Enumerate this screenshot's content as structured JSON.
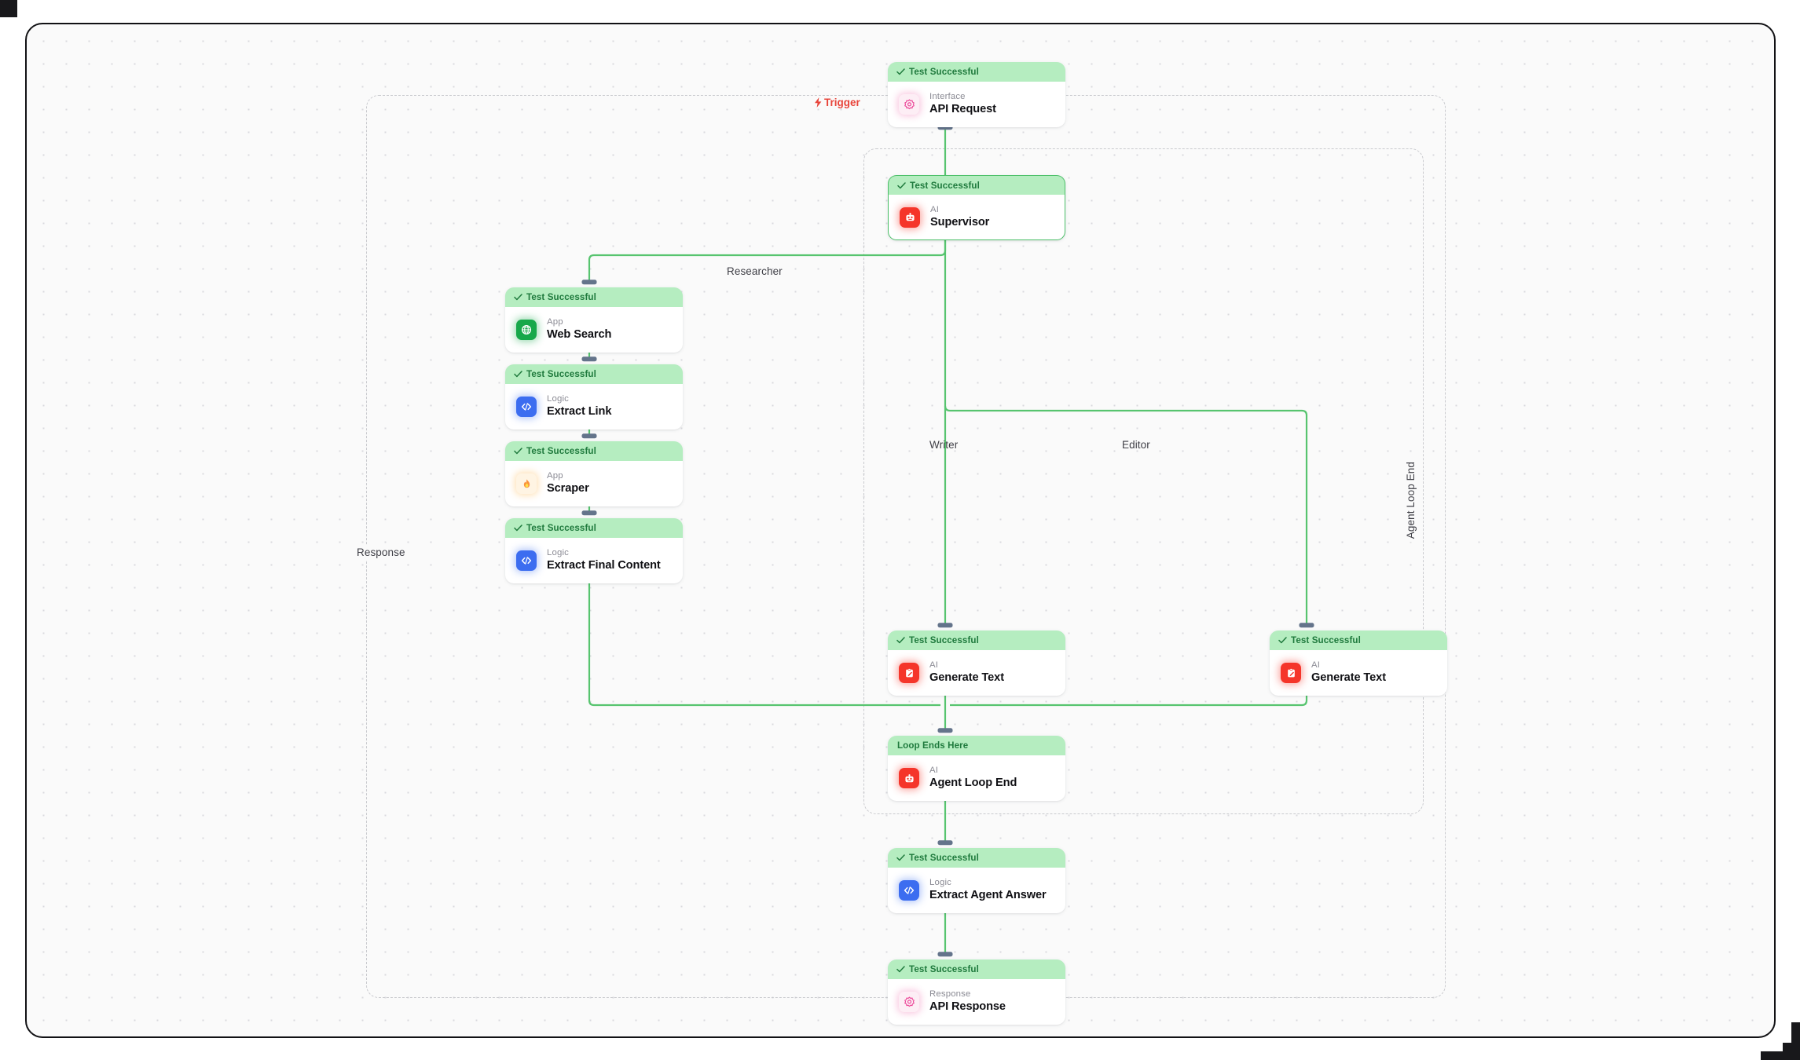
{
  "canvas": {
    "background_color": "#fafafa",
    "grid": "dotted",
    "border_color": "#111114"
  },
  "trigger": {
    "label": "Trigger",
    "color": "#e8443a",
    "icon": "lightning-bolt-icon"
  },
  "groups": [
    {
      "id": "response-group",
      "label": "Response"
    },
    {
      "id": "agent-loop-group",
      "label": "Agent Loop End"
    }
  ],
  "edge_labels": [
    {
      "id": "researcher",
      "label": "Researcher"
    },
    {
      "id": "writer",
      "label": "Writer"
    },
    {
      "id": "editor",
      "label": "Editor"
    }
  ],
  "status": {
    "success": "Test Successful",
    "loop_end": "Loop Ends Here",
    "success_bg": "#b5edc0",
    "success_fg": "#1f7a3d"
  },
  "nodes": [
    {
      "id": "api-request",
      "status": "Test Successful",
      "status_type": "success",
      "kind": "Interface",
      "title": "API Request",
      "icon": "interface-gear-icon",
      "icon_style": "icon-iface",
      "selected": false
    },
    {
      "id": "supervisor",
      "status": "Test Successful",
      "status_type": "success",
      "kind": "AI",
      "title": "Supervisor",
      "icon": "robot-icon",
      "icon_style": "icon-ai",
      "selected": true
    },
    {
      "id": "web-search",
      "status": "Test Successful",
      "status_type": "success",
      "kind": "App",
      "title": "Web Search",
      "icon": "globe-icon",
      "icon_style": "icon-app-green",
      "selected": false
    },
    {
      "id": "extract-link",
      "status": "Test Successful",
      "status_type": "success",
      "kind": "Logic",
      "title": "Extract Link",
      "icon": "code-brackets-icon",
      "icon_style": "icon-logic",
      "selected": false
    },
    {
      "id": "scraper",
      "status": "Test Successful",
      "status_type": "success",
      "kind": "App",
      "title": "Scraper",
      "icon": "flame-icon",
      "icon_style": "icon-app-fire",
      "selected": false
    },
    {
      "id": "extract-final-content",
      "status": "Test Successful",
      "status_type": "success",
      "kind": "Logic",
      "title": "Extract Final Content",
      "icon": "code-brackets-icon",
      "icon_style": "icon-logic",
      "selected": false
    },
    {
      "id": "generate-text-writer",
      "status": "Test Successful",
      "status_type": "success",
      "kind": "AI",
      "title": "Generate Text",
      "icon": "document-pencil-icon",
      "icon_style": "icon-ai",
      "selected": false
    },
    {
      "id": "generate-text-editor",
      "status": "Test Successful",
      "status_type": "success",
      "kind": "AI",
      "title": "Generate Text",
      "icon": "document-pencil-icon",
      "icon_style": "icon-ai",
      "selected": false
    },
    {
      "id": "agent-loop-end",
      "status": "Loop Ends Here",
      "status_type": "loop_end",
      "kind": "AI",
      "title": "Agent Loop End",
      "icon": "robot-icon",
      "icon_style": "icon-ai",
      "selected": false
    },
    {
      "id": "extract-agent-answer",
      "status": "Test Successful",
      "status_type": "success",
      "kind": "Logic",
      "title": "Extract Agent Answer",
      "icon": "code-brackets-icon",
      "icon_style": "icon-logic",
      "selected": false
    },
    {
      "id": "api-response",
      "status": "Test Successful",
      "status_type": "success",
      "kind": "Response",
      "title": "API Response",
      "icon": "response-gear-icon",
      "icon_style": "icon-iface",
      "selected": false
    }
  ]
}
